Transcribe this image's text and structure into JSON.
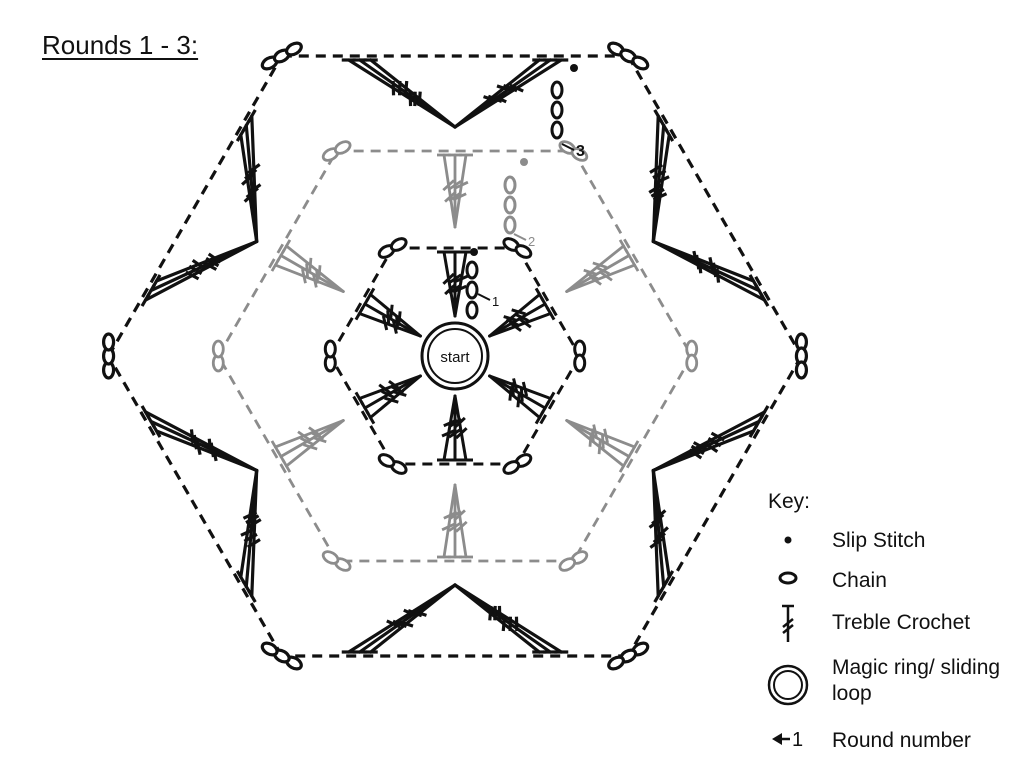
{
  "title": "Rounds 1 - 3:",
  "center_label": "start",
  "round_markers": [
    "1",
    "2",
    "3"
  ],
  "colors": {
    "round1": "#111111",
    "round2": "#8c8c8c",
    "round3": "#111111"
  },
  "key": {
    "heading": "Key:",
    "items": [
      {
        "symbol": "slip-stitch-icon",
        "label": "Slip Stitch"
      },
      {
        "symbol": "chain-icon",
        "label": "Chain"
      },
      {
        "symbol": "treble-crochet-icon",
        "label": "Treble Crochet"
      },
      {
        "symbol": "magic-ring-icon",
        "label": "Magic ring/ sliding loop"
      },
      {
        "symbol": "round-number-icon",
        "label": "Round number",
        "number": "1"
      }
    ]
  }
}
